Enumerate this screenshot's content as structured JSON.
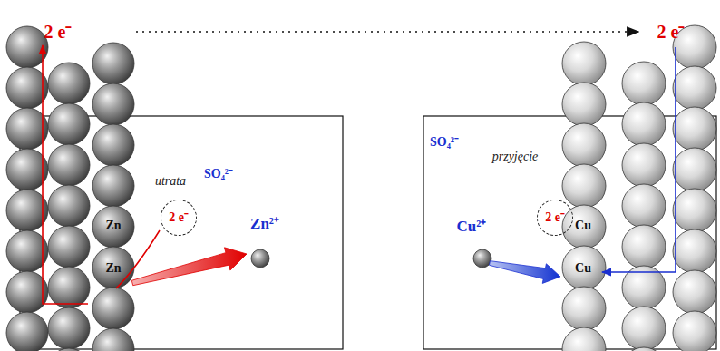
{
  "diagram": {
    "nodes": [
      {
        "text": [
          "SO₄²⁻"
        ]
      },
      {
        "text": [
          "utrata",
          "2 e⁻"
        ],
        "in": 0
      },
      {
        "text": [
          "SO₄²⁻"
        ]
      },
      {
        "text": [
          "przyjęcie",
          "2 e⁻"
        ],
        "in": 2
      }
    ],
    "labels": [
      "2 e⁻",
      "2 e⁻",
      "Zn",
      "Zn",
      "Zn²⁺",
      "Cu²⁺",
      "Cu",
      "Cu"
    ]
  }
}
